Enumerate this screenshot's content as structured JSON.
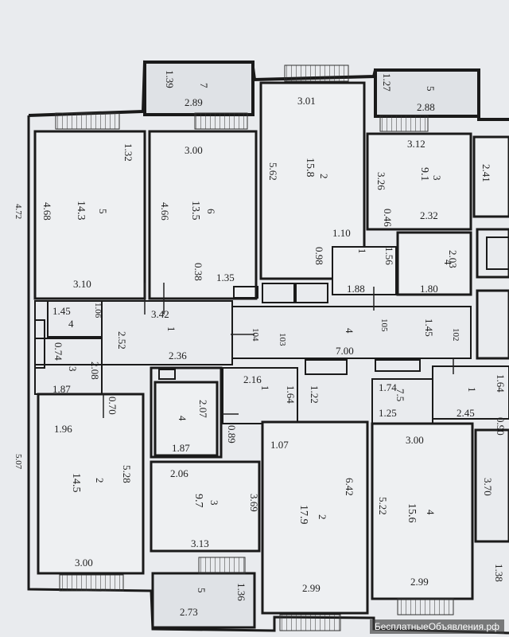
{
  "watermark": "БесплатныеОбъявления.рф",
  "labels": {
    "a": "1.39",
    "b": "7",
    "c": "2.89",
    "d": "3.01",
    "e": "1.27",
    "f": "5",
    "g": "2.88",
    "h": "3.12",
    "i": "1.32",
    "j": "3.00",
    "k": "5.62",
    "l": "2",
    "m": "15.8",
    "n": "3.26",
    "o": "3",
    "p": "9.1",
    "q": "2.41",
    "r": "4.68",
    "s": "5",
    "t": "14.3",
    "u": "6",
    "v": "13.5",
    "w": "4.66",
    "x": "2.32",
    "y": "0.46",
    "z": "1.10",
    "aa": "0.98",
    "ab": "1",
    "ac": "1.56",
    "ad": "4",
    "ae": "2.03",
    "af": "1.88",
    "ag": "1.80",
    "ah": "3.10",
    "ai": "0.38",
    "aj": "1.35",
    "ak": "1.45",
    "al": "4",
    "am": "1.06",
    "an": "3.42",
    "ao": "2.52",
    "ap": "1",
    "aq": "104",
    "ar": "103",
    "as": "4",
    "at": "105",
    "au": "1.45",
    "av": "102",
    "aw": "0.74",
    "ax": "3",
    "ay": "2.08",
    "az": "2.36",
    "ba": "7.00",
    "bb": "1.87",
    "bc": "0.70",
    "bd": "2.16",
    "be": "1",
    "bf": "1.64",
    "bg": "1.22",
    "bh": "1.74",
    "bi": "7.5",
    "bj": "1.25",
    "bk": "1",
    "bl": "1.64",
    "bm": "2.45",
    "bn": "0.90",
    "bo": "1.96",
    "bp": "2.07",
    "bq": "4",
    "br": "0.89",
    "bs": "1.07",
    "bt": "1.87",
    "bu": "3.00",
    "bv": "5.28",
    "bw": "2",
    "bx": "14.5",
    "by": "2.06",
    "bz": "3",
    "ca": "9.7",
    "cb": "3.69",
    "cc": "6.42",
    "cd": "2",
    "ce": "17.9",
    "cf": "5.22",
    "cg": "4",
    "ch": "15.6",
    "ci": "3.70",
    "cj": "3.13",
    "ck": "3.00",
    "cl": "2.99",
    "cm": "2.99",
    "cn": "1.38",
    "co": "5",
    "cp": "1.36",
    "cq": "2.73",
    "cr": "4.72",
    "cs": "5.07"
  }
}
